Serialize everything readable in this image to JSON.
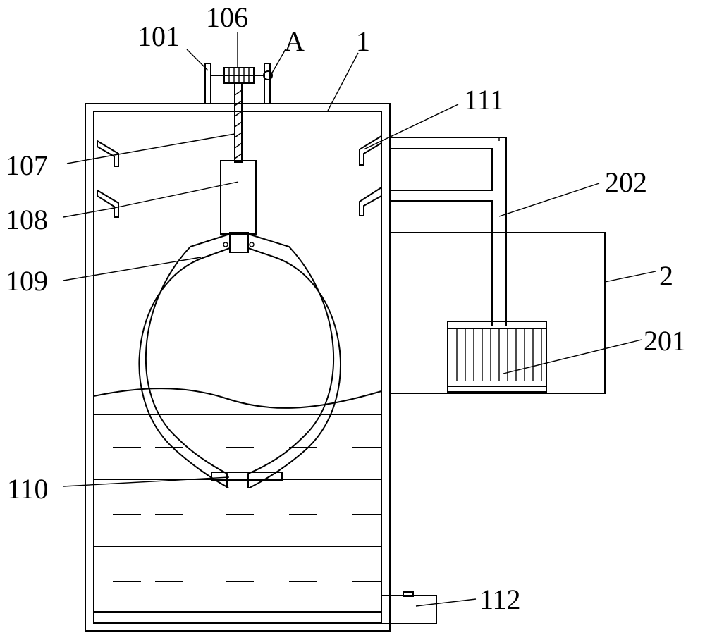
{
  "labels": {
    "main_box": "1",
    "side_unit": "2",
    "frame": "101",
    "drive_gear": "106",
    "detail_ref": "A",
    "upper_guide": "107",
    "lower_guide": "108",
    "claw_holder": "109",
    "claw_tip": "110",
    "nozzles": "111",
    "drain_valve": "112",
    "pump": "201",
    "pipe": "202"
  }
}
